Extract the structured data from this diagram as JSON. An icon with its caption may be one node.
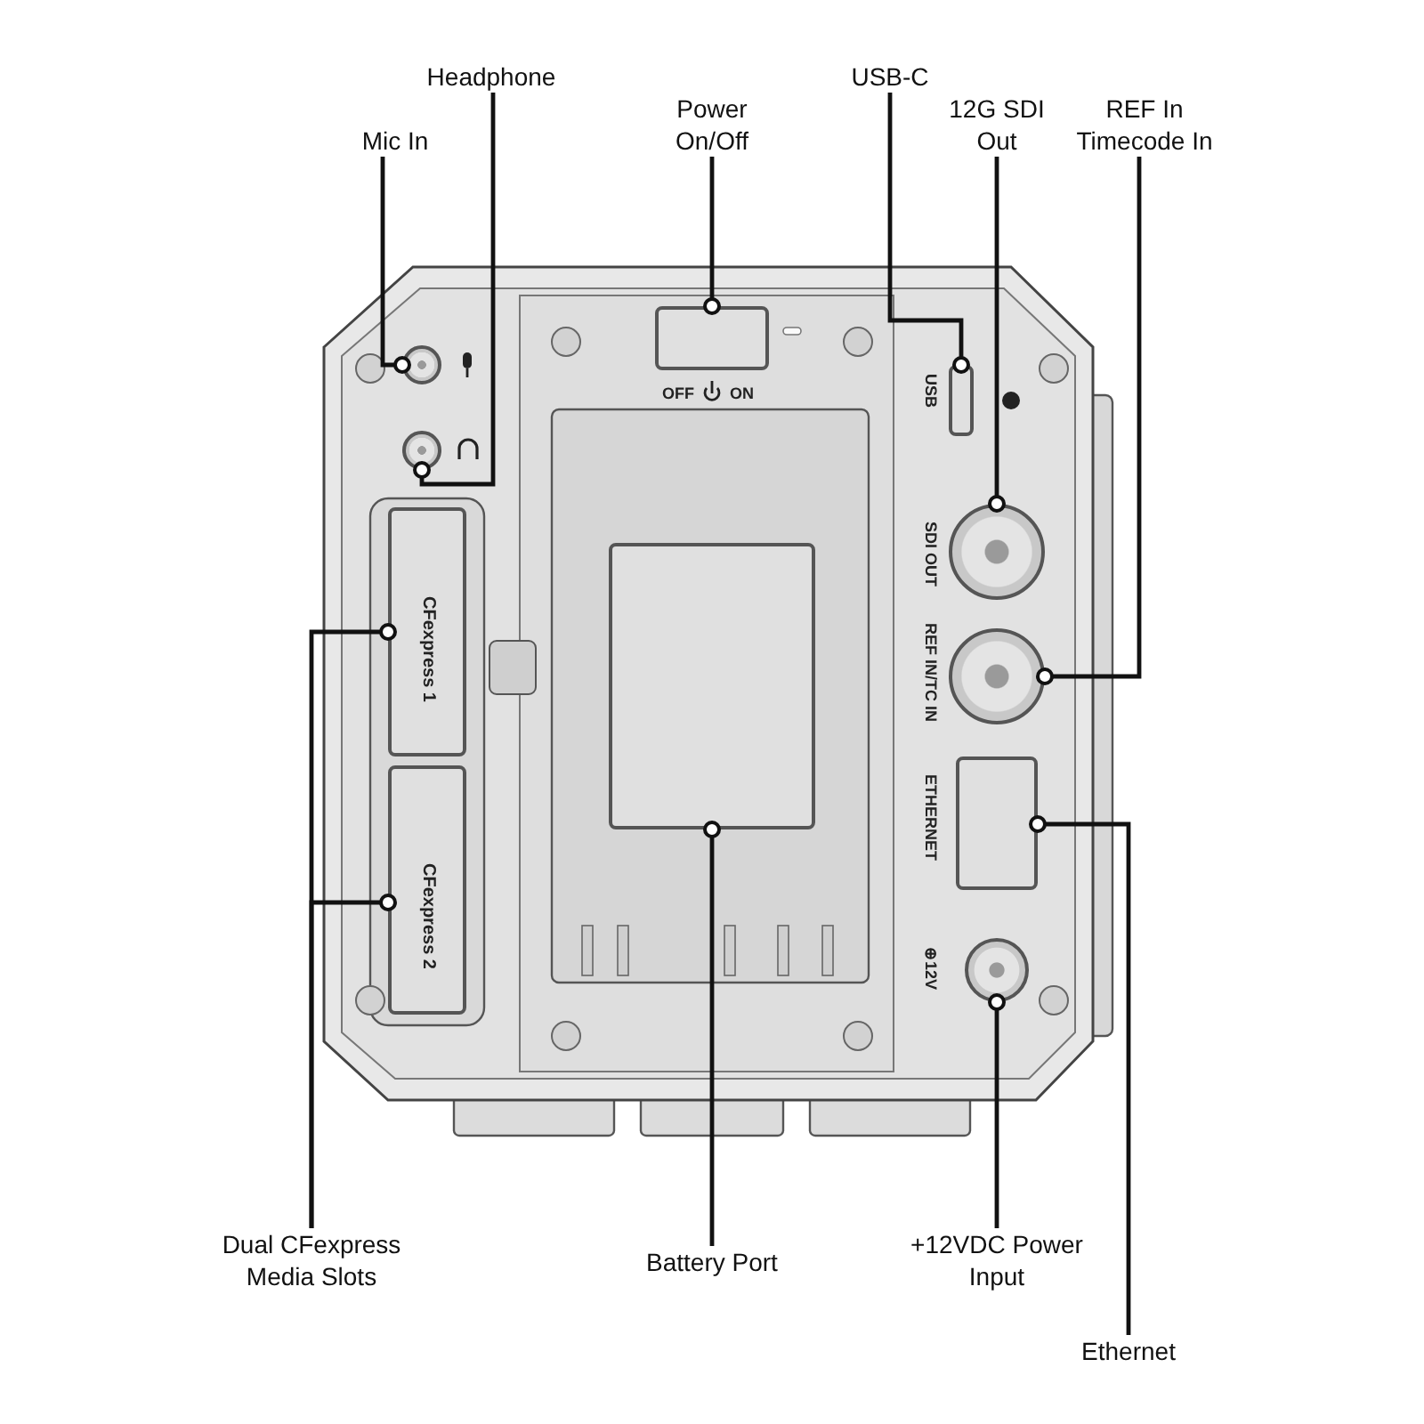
{
  "diagram": {
    "nodes": [
      {
        "text": [
          "Mic In"
        ]
      },
      {
        "text": [
          "Headphone"
        ]
      },
      {
        "text": [
          "Power On/Off"
        ]
      },
      {
        "text": [
          "USB-C"
        ]
      },
      {
        "text": [
          "12G SDI Out"
        ]
      },
      {
        "text": [
          "REF In Timecode In"
        ]
      },
      {
        "text": [
          "Dual CFexpress Media Slots"
        ]
      },
      {
        "text": [
          "Battery Port"
        ]
      },
      {
        "text": [
          "+12VDC Power Input"
        ]
      },
      {
        "text": [
          "Ethernet"
        ]
      },
      {
        "text": [],
        "shape": "circle"
      },
      {
        "text": [],
        "shape": "circle"
      },
      {
        "text": [],
        "shape": "box"
      },
      {
        "text": [],
        "shape": "box"
      },
      {
        "text": [],
        "shape": "circle"
      },
      {
        "text": [],
        "shape": "circle"
      },
      {
        "text": [],
        "shape": "box"
      },
      {
        "text": [],
        "shape": "circle"
      },
      {
        "text": [],
        "shape": "box"
      },
      {
        "text": [],
        "shape": "box"
      },
      {
        "text": [],
        "shape": "box"
      }
    ],
    "edges": [
      {
        "from": 0,
        "to": 10,
        "arrow": "other"
      },
      {
        "from": 1,
        "to": 11,
        "arrow": "other"
      },
      {
        "from": 2,
        "to": 12,
        "arrow": "other"
      },
      {
        "from": 3,
        "to": 13,
        "arrow": "other"
      },
      {
        "from": 4,
        "to": 14,
        "arrow": "other"
      },
      {
        "from": 5,
        "to": 15,
        "arrow": "other"
      },
      {
        "from": 6,
        "to": 19,
        "arrow": "other"
      },
      {
        "from": 6,
        "to": 20,
        "arrow": "other"
      },
      {
        "from": 7,
        "to": 18,
        "arrow": "other"
      },
      {
        "from": 8,
        "to": 17,
        "arrow": "other"
      },
      {
        "from": 9,
        "to": 16,
        "arrow": "other"
      }
    ],
    "labels": [
      "OFF",
      "ON",
      "USB",
      "SDI OUT",
      "CFexpress 1",
      "REF IN/TC IN",
      "ETHERNET",
      "CFexpress 2",
      "⊕12V"
    ]
  }
}
